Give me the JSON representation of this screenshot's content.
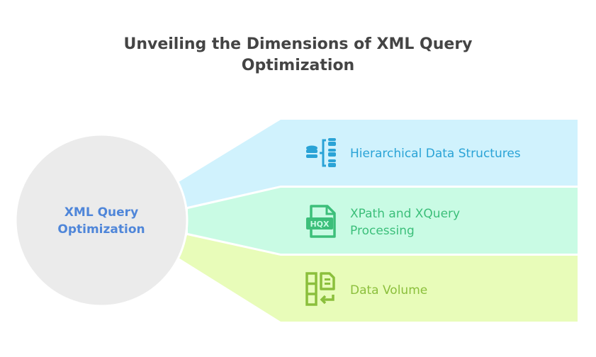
{
  "title": {
    "line1": "Unveiling the Dimensions of XML Query",
    "line2": "Optimization"
  },
  "center": {
    "line1": "XML Query",
    "line2": "Optimization",
    "color": "#4f86d9",
    "fill": "#ebebeb"
  },
  "items": [
    {
      "label_line1": "Hierarchical Data Structures",
      "label_line2": "",
      "icon": "database-hierarchy-icon",
      "fill": "#d0f2fd",
      "color": "#2aa3d6"
    },
    {
      "label_line1": "XPath and XQuery",
      "label_line2": "Processing",
      "icon": "hqx-file-icon",
      "icon_text": "HQX",
      "fill": "#c9fbe4",
      "color": "#3cbf7a"
    },
    {
      "label_line1": "Data Volume",
      "label_line2": "",
      "icon": "document-columns-icon",
      "fill": "#e8fcb9",
      "color": "#8bbf3c"
    }
  ]
}
